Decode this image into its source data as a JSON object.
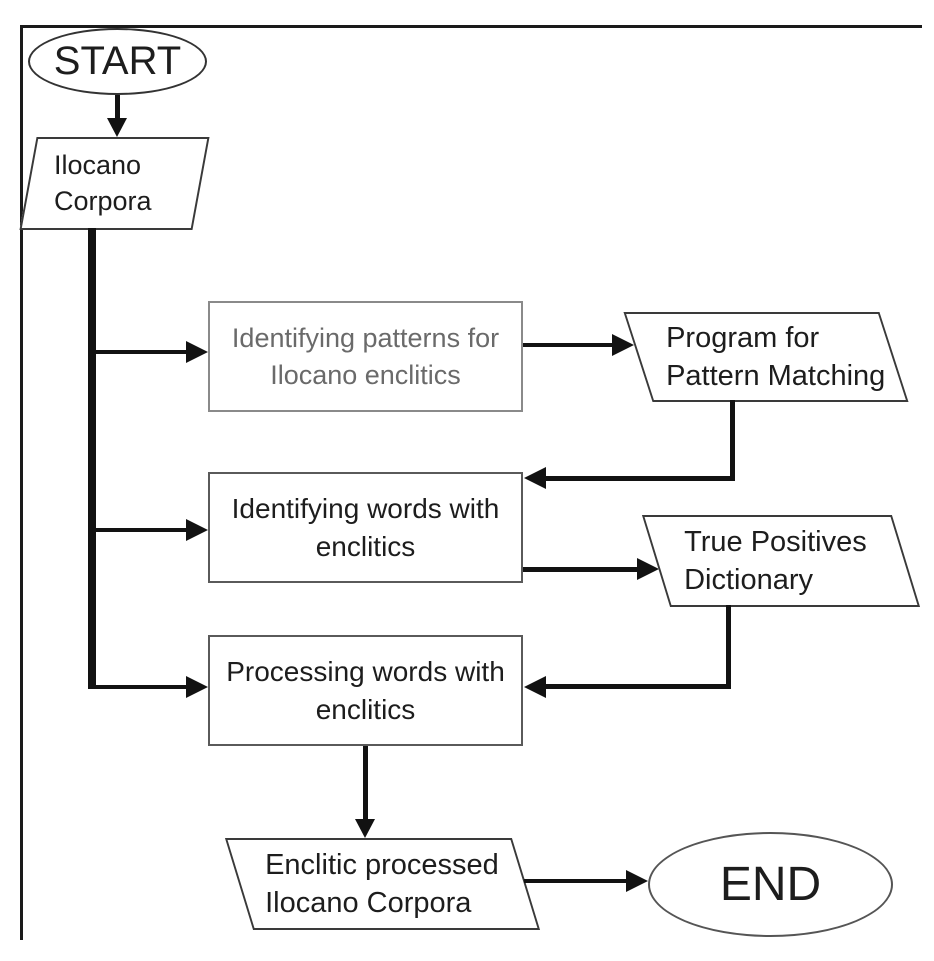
{
  "diagram_type": "flowchart",
  "colors": {
    "background": "#ffffff",
    "line": "#121212",
    "frame": "#1a1a1a",
    "text": "#1d1d1d",
    "gray_text": "#6a6a6a"
  },
  "nodes": {
    "start": {
      "shape": "ellipse",
      "label": "START"
    },
    "ilocano_corpora": {
      "shape": "parallelogram",
      "line1": "Ilocano",
      "line2": "Corpora"
    },
    "identifying_patterns": {
      "shape": "process",
      "line1": "Identifying patterns for",
      "line2": "Ilocano enclitics"
    },
    "program_pattern_matching": {
      "shape": "parallelogram",
      "line1": "Program for",
      "line2": "Pattern Matching"
    },
    "identifying_words": {
      "shape": "process",
      "line1": "Identifying words with",
      "line2": "enclitics"
    },
    "true_positives_dictionary": {
      "shape": "parallelogram",
      "line1": "True Positives",
      "line2": "Dictionary"
    },
    "processing_words": {
      "shape": "process",
      "line1": "Processing words with",
      "line2": "enclitics"
    },
    "enclitic_processed_corpora": {
      "shape": "parallelogram",
      "line1": "Enclitic processed",
      "line2": "Ilocano Corpora"
    },
    "end": {
      "shape": "ellipse",
      "label": "END"
    }
  },
  "edges": [
    {
      "from": "start",
      "to": "ilocano_corpora"
    },
    {
      "from": "ilocano_corpora",
      "to": "identifying_patterns"
    },
    {
      "from": "ilocano_corpora",
      "to": "identifying_words"
    },
    {
      "from": "ilocano_corpora",
      "to": "processing_words"
    },
    {
      "from": "identifying_patterns",
      "to": "program_pattern_matching"
    },
    {
      "from": "program_pattern_matching",
      "to": "identifying_words"
    },
    {
      "from": "identifying_words",
      "to": "true_positives_dictionary"
    },
    {
      "from": "true_positives_dictionary",
      "to": "processing_words"
    },
    {
      "from": "processing_words",
      "to": "enclitic_processed_corpora"
    },
    {
      "from": "enclitic_processed_corpora",
      "to": "end"
    }
  ]
}
